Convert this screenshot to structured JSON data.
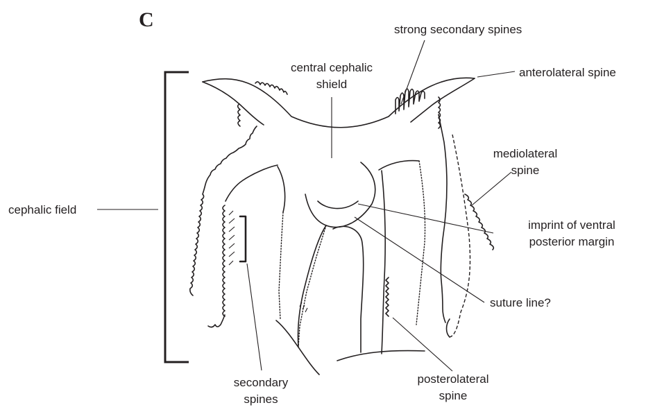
{
  "figure": {
    "panel_letter": "C",
    "labels": {
      "strong_secondary_spines": "strong secondary spines",
      "central_cephalic_shield_1": "central cephalic",
      "central_cephalic_shield_2": "shield",
      "anterolateral_spine": "anterolateral spine",
      "mediolateral_spine_1": "mediolateral",
      "mediolateral_spine_2": "spine",
      "cephalic_field": "cephalic field",
      "imprint_1": "imprint of ventral",
      "imprint_2": "posterior margin",
      "suture_line": "suture line?",
      "secondary_spines_1": "secondary",
      "secondary_spines_2": "spines",
      "posterolateral_spine_1": "posterolateral",
      "posterolateral_spine_2": "spine"
    }
  }
}
